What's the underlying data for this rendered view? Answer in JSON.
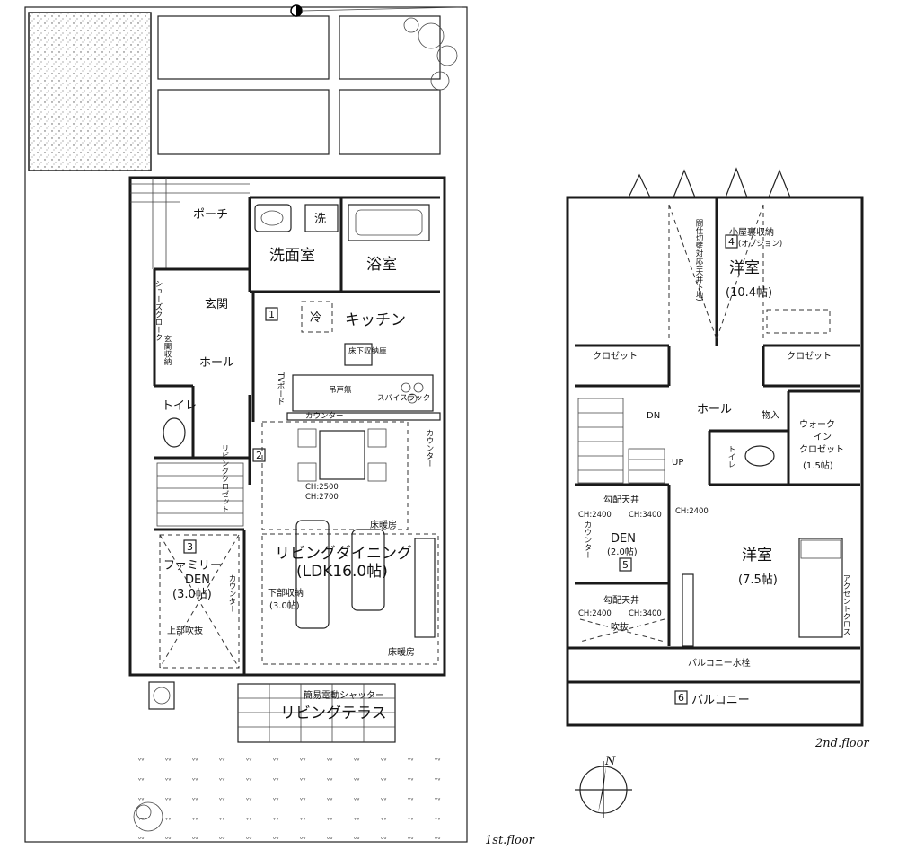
{
  "floors": {
    "first": {
      "label": "1st.floor",
      "rooms": {
        "porch": "ポーチ",
        "washroom": "洗面室",
        "wash_mark": "洗",
        "bath": "浴室",
        "shoes_closet": "シューズクローク",
        "entrance": "玄関",
        "entrance_storage": "玄関収納",
        "hall": "ホール",
        "kitchen": "キッチン",
        "fridge": "冷",
        "underfloor_storage": "床下収納庫",
        "tv_board": "TVボード",
        "no_hanging_cabinet": "吊戸無",
        "spice_rack": "スパイスラック",
        "counter": "カウンター",
        "toilet": "トイレ",
        "living_closet": "リビングクロゼット",
        "ceiling_a": "CH:2500",
        "ceiling_b": "CH:2700",
        "floor_heating": "床暖房",
        "ldk_name": "リビングダイニング",
        "ldk_size": "(LDK16.0帖)",
        "under_storage": "下部収納",
        "under_storage_size": "(3.0帖)",
        "family_den_1": "ファミリー",
        "family_den_2": "DEN",
        "family_den_size": "(3.0帖)",
        "upper_void": "上部吹抜",
        "shutter": "簡易電動シャッター",
        "living_terrace": "リビングテラス"
      },
      "markers": [
        "1",
        "2",
        "3"
      ]
    },
    "second": {
      "label": "2nd.floor",
      "rooms": {
        "attic_storage": "小屋裏収納",
        "attic_option": "(オプション)",
        "partition_note": "間仕切壁対応(天井下地)",
        "western_a": "洋室",
        "western_a_size": "(10.4帖)",
        "closet_a": "クロゼット",
        "closet_b": "クロゼット",
        "hall": "ホール",
        "dn": "DN",
        "up": "UP",
        "storage": "物入",
        "toilet": "トイレ",
        "walkin_1": "ウォーク",
        "walkin_2": "イン",
        "walkin_3": "クロゼット",
        "walkin_size": "(1.5帖)",
        "sloped_ceiling_a": "勾配天井",
        "sloped_ceiling_b": "勾配天井",
        "ch_2400_a": "CH:2400",
        "ch_3400_a": "CH:3400",
        "ch_2400_b": "CH:2400",
        "ch_2400_c": "CH:2400",
        "ch_3400_b": "CH:3400",
        "den": "DEN",
        "den_size": "(2.0帖)",
        "counter": "カウンター",
        "void": "吹抜",
        "western_b": "洋室",
        "western_b_size": "(7.5帖)",
        "accent_cross": "アクセントクロス",
        "balcony_faucet": "バルコニー水栓",
        "balcony": "バルコニー"
      },
      "markers": [
        "4",
        "5",
        "6"
      ]
    }
  },
  "compass": {
    "north": "N"
  }
}
